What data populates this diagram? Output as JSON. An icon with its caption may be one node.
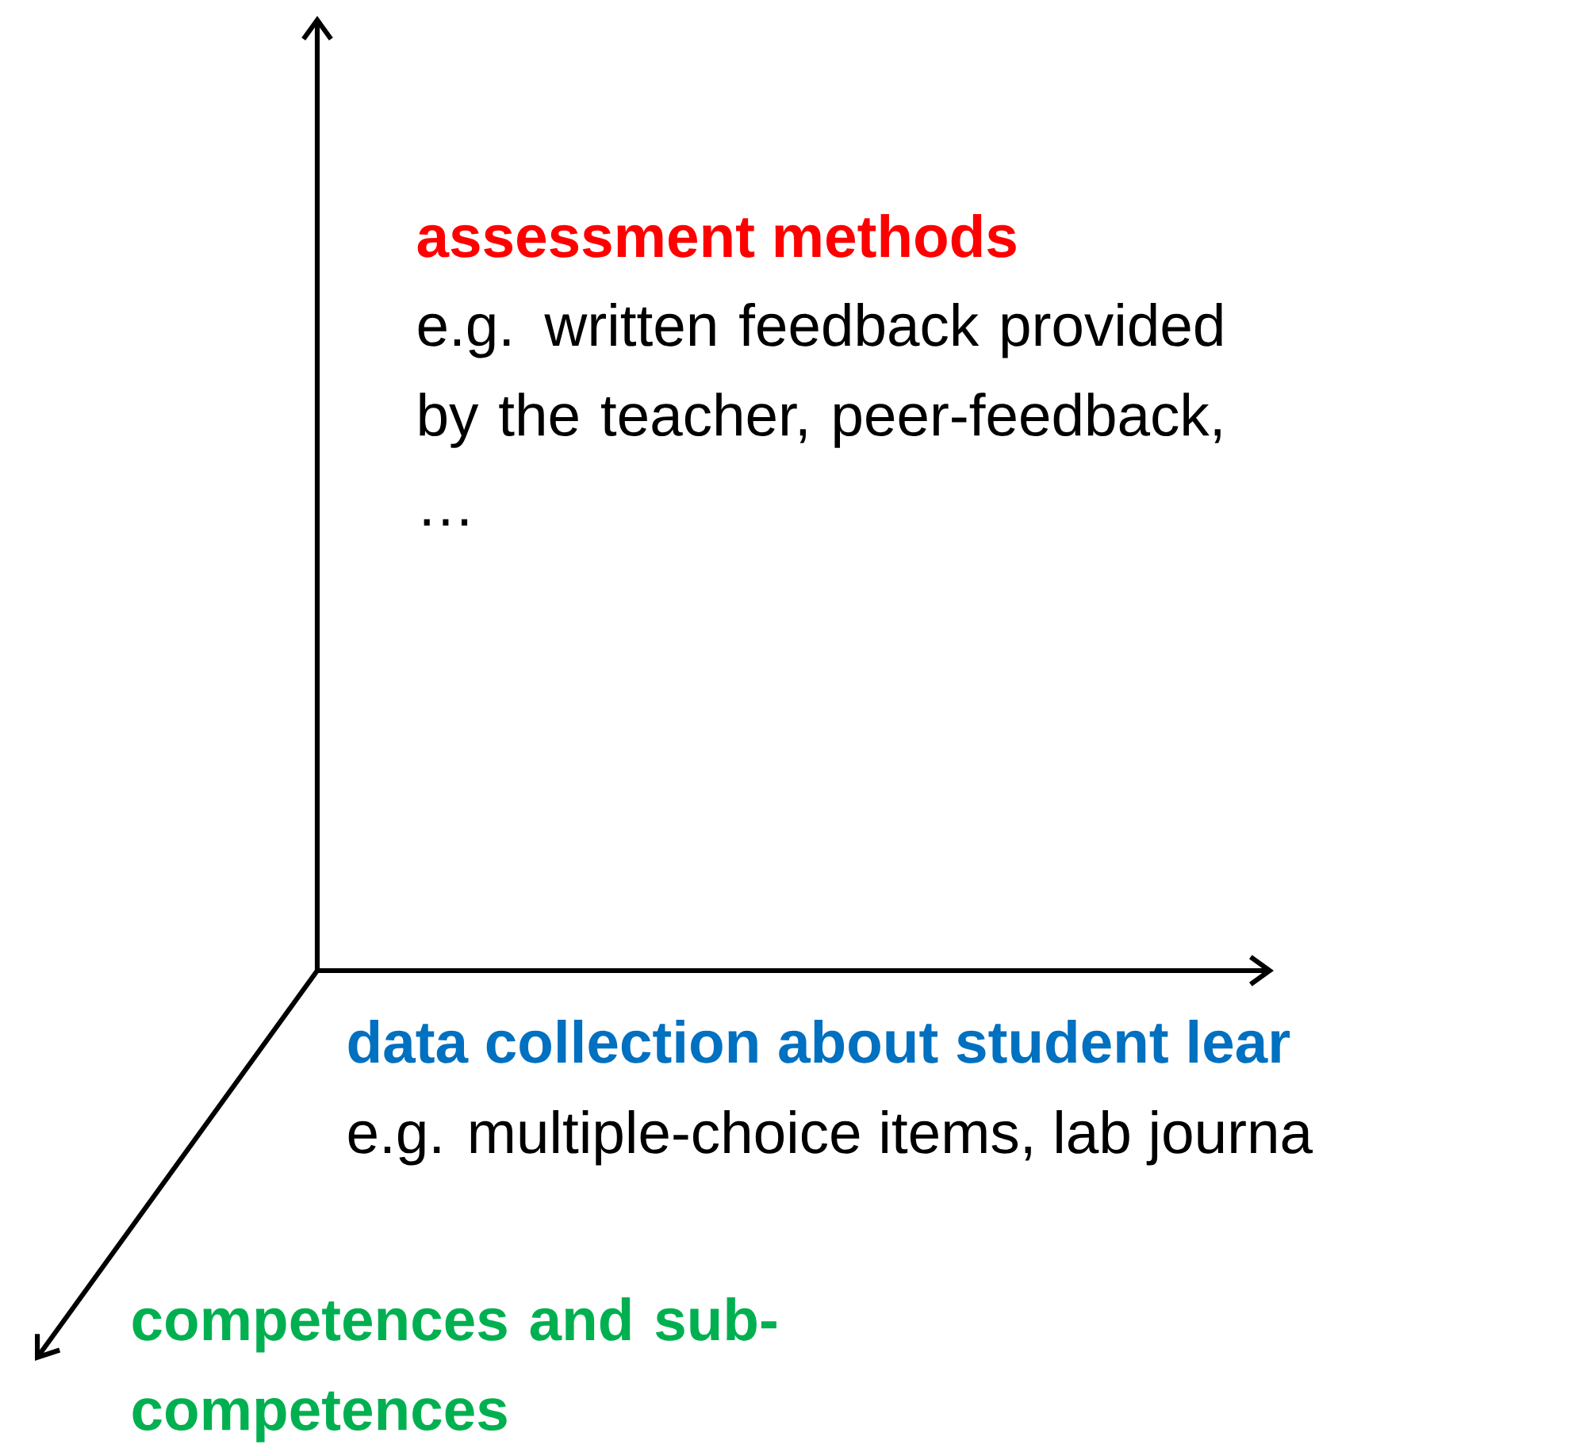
{
  "diagram": {
    "labels": [
      "assessment methods",
      "e.g. written feedback provided by the teacher, peer-feedback, …",
      "data collection about student lear",
      "e.g. multiple-choice items, lab journa",
      "competences and sub-competences"
    ]
  }
}
